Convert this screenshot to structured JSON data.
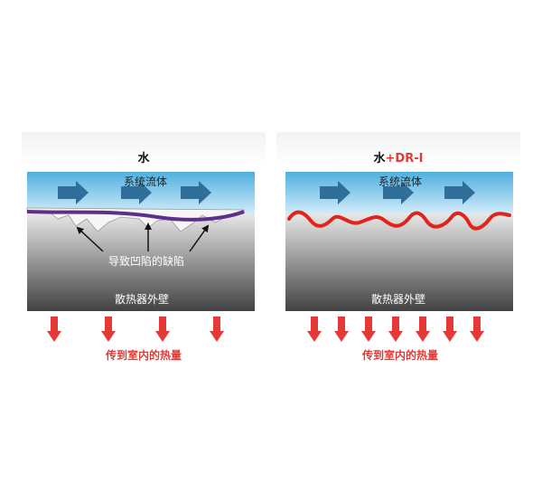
{
  "panels": [
    {
      "title": "水",
      "title_suffix": "",
      "fluid_label": "系统流体",
      "defect_label": "导致凹陷的缺陷",
      "wall_label": "散热器外壁",
      "heat_label": "传到室内的热量"
    },
    {
      "title": "水",
      "title_suffix": "+DR-I",
      "fluid_label": "系统流体",
      "wall_label": "散热器外壁",
      "heat_label": "传到室内的热量"
    }
  ],
  "colors": {
    "fluid_top": "#4fb0df",
    "fluid_bottom": "#dcf0fb",
    "flow_arrow": "#2f6f9a",
    "scale_layer": "#5d2e8c",
    "dr_coating": "#e0241c",
    "wall_top": "#e6e6e6",
    "wall_bottom": "#454545",
    "heat_arrow": "#e53935"
  },
  "icons": [
    "flow-arrow-icon",
    "heat-arrow-icon",
    "pointer-arrow-icon"
  ]
}
